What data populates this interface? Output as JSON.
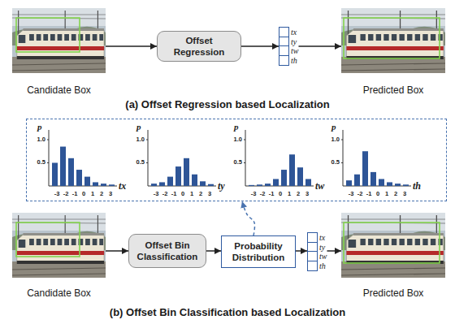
{
  "diagram": {
    "nodes": [
      {
        "text": [
          "Candidate Box"
        ]
      },
      {
        "text": [
          "Offset Regression"
        ]
      },
      {
        "text": [
          "tx",
          "ty",
          "tw",
          "th"
        ]
      },
      {
        "text": [
          "Predicted Box"
        ]
      },
      {
        "text": []
      },
      {
        "text": [
          "p",
          "1.0",
          "0.5",
          "-3",
          "-2",
          "-1",
          "0",
          "1",
          "2",
          "3",
          "tx"
        ],
        "in": 4
      },
      {
        "text": [
          "p",
          "1.0",
          "0.5",
          "-3",
          "-2",
          "-1",
          "0",
          "1",
          "2",
          "3",
          "ty"
        ],
        "in": 4
      },
      {
        "text": [
          "p",
          "1.0",
          "0.5",
          "-3",
          "-2",
          "-1",
          "0",
          "1",
          "2",
          "3",
          "tw"
        ],
        "in": 4
      },
      {
        "text": [
          "p",
          "1.0",
          "0.5",
          "-3",
          "-2",
          "-1",
          "0",
          "1",
          "2",
          "3",
          "th"
        ],
        "in": 4
      },
      {
        "text": [
          "Candidate Box"
        ]
      },
      {
        "text": [
          "Offset Bin Classification"
        ]
      },
      {
        "text": [
          "Probability Distribution"
        ]
      },
      {
        "text": [
          "tx",
          "ty",
          "tw",
          "th"
        ]
      },
      {
        "text": [
          "Predicted Box"
        ]
      }
    ],
    "edges": [
      {
        "from": 0,
        "to": 1,
        "arrow": "to"
      },
      {
        "from": 1,
        "to": 2,
        "arrow": "to"
      },
      {
        "from": 2,
        "to": 3,
        "arrow": "to"
      },
      {
        "from": 9,
        "to": 10,
        "arrow": "to"
      },
      {
        "from": 10,
        "to": 11,
        "arrow": "to"
      },
      {
        "from": 11,
        "to": 12,
        "arrow": "to"
      },
      {
        "from": 12,
        "to": 13,
        "arrow": "to"
      },
      {
        "from": 11,
        "to": 4,
        "arrow": "to"
      }
    ],
    "labels": [
      "(a) Offset Regression based Localization",
      "(b) Offset Bin Classification based Localization"
    ]
  }
}
